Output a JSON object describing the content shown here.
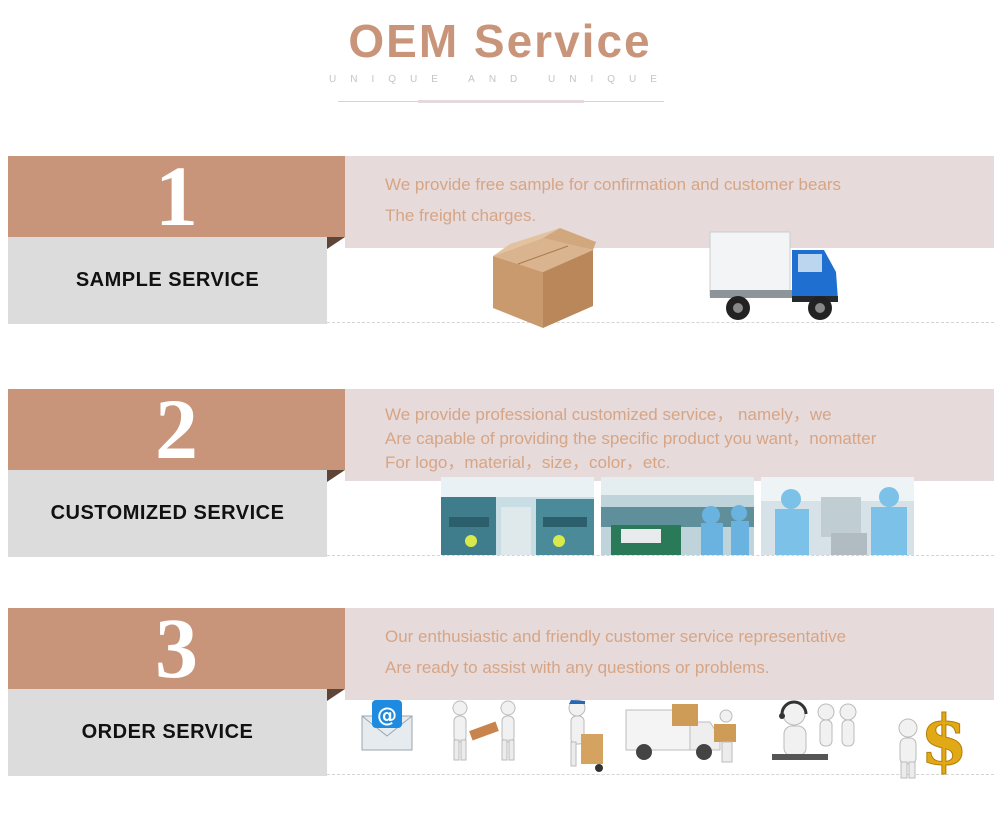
{
  "header": {
    "title": "OEM Service",
    "subtitle": "UNIQUE AND UNIQUE"
  },
  "sections": [
    {
      "number": "1",
      "label": "SAMPLE SERVICE",
      "lines": [
        "We provide free sample for confirmation and customer bears",
        "The freight charges."
      ],
      "images": [
        "cardboard-box",
        "delivery-truck"
      ]
    },
    {
      "number": "2",
      "label": "CUSTOMIZED SERVICE",
      "lines": [
        "We provide professional customized service， namely，we",
        "Are capable of providing the specific product you want，nomatter",
        "For logo，material，size，color，etc."
      ],
      "images": [
        "factory-floor-photo",
        "assembly-line-photo",
        "cleanroom-workers-photo"
      ]
    },
    {
      "number": "3",
      "label": "ORDER SERVICE",
      "lines": [
        "Our enthusiastic and friendly customer service representative",
        "Are ready to assist with any questions or problems."
      ],
      "images": [
        "email-icon",
        "handshake-icon",
        "courier-icon",
        "delivery-van-icon",
        "customer-support-icon",
        "dollar-icon"
      ]
    }
  ],
  "colors": {
    "accent": "#c8957a",
    "panel": "#e7dada",
    "label_bg": "#dcdcdc",
    "text_accent": "#d6a585"
  }
}
